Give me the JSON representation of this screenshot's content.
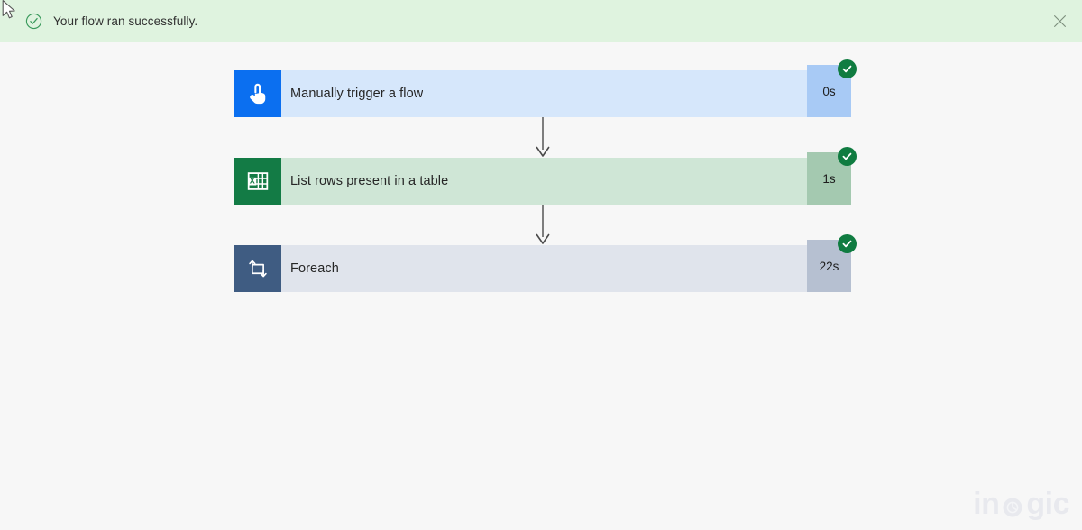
{
  "notification": {
    "icon": "check-circle-icon",
    "message": "Your flow ran successfully.",
    "close_icon": "close-icon",
    "background_color": "#dff3df",
    "accent_color": "#107c41"
  },
  "cursor": {
    "icon": "mouse-pointer-icon"
  },
  "flow": {
    "connector_icon": "arrow-down-icon",
    "status_icon": "check-icon",
    "nodes": [
      {
        "title": "Manually trigger a flow",
        "duration": "0s",
        "status": "succeeded",
        "icon": "tap-gesture-icon",
        "icon_color": "#0b6ff0",
        "body_color": "#d6e7fb",
        "duration_color": "#a8caf5"
      },
      {
        "title": "List rows present in a table",
        "duration": "1s",
        "status": "succeeded",
        "icon": "excel-table-icon",
        "icon_color": "#137b45",
        "body_color": "#cfe6d6",
        "duration_color": "#a4c9b0"
      },
      {
        "title": "Foreach",
        "duration": "22s",
        "status": "succeeded",
        "icon": "loop-icon",
        "icon_color": "#3f5c82",
        "body_color": "#e0e4ec",
        "duration_color": "#b6c0d1"
      }
    ]
  },
  "watermark": {
    "part1": "in",
    "part2": "o",
    "part3": "gic",
    "color": "#dcdfe8"
  }
}
